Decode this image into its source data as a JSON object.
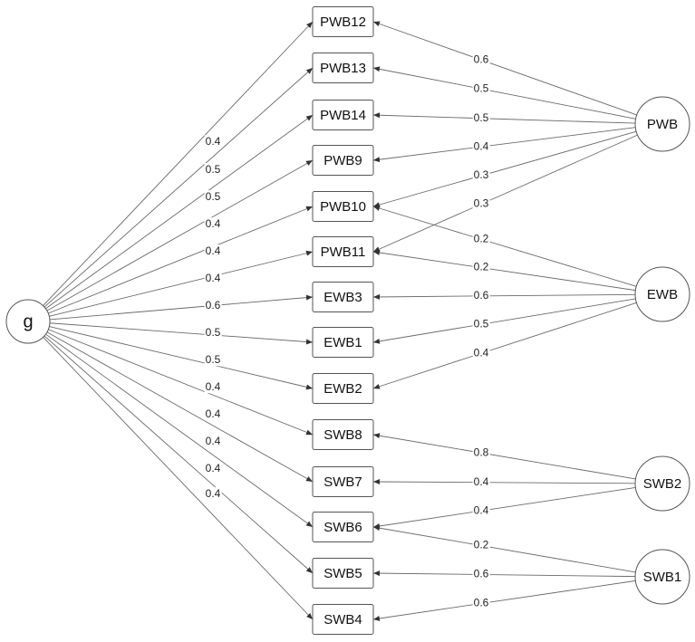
{
  "latent_factors": [
    {
      "id": "g",
      "label": "g"
    },
    {
      "id": "PWB",
      "label": "PWB"
    },
    {
      "id": "EWB",
      "label": "EWB"
    },
    {
      "id": "SWB2",
      "label": "SWB2"
    },
    {
      "id": "SWB1",
      "label": "SWB1"
    }
  ],
  "indicators": [
    {
      "id": "PWB12",
      "label": "PWB12"
    },
    {
      "id": "PWB13",
      "label": "PWB13"
    },
    {
      "id": "PWB14",
      "label": "PWB14"
    },
    {
      "id": "PWB9",
      "label": "PWB9"
    },
    {
      "id": "PWB10",
      "label": "PWB10"
    },
    {
      "id": "PWB11",
      "label": "PWB11"
    },
    {
      "id": "EWB3",
      "label": "EWB3"
    },
    {
      "id": "EWB1",
      "label": "EWB1"
    },
    {
      "id": "EWB2",
      "label": "EWB2"
    },
    {
      "id": "SWB8",
      "label": "SWB8"
    },
    {
      "id": "SWB7",
      "label": "SWB7"
    },
    {
      "id": "SWB6",
      "label": "SWB6"
    },
    {
      "id": "SWB5",
      "label": "SWB5"
    },
    {
      "id": "SWB4",
      "label": "SWB4"
    }
  ],
  "g_loadings": [
    {
      "to": "PWB12",
      "value": "0.4"
    },
    {
      "to": "PWB13",
      "value": "0.5"
    },
    {
      "to": "PWB14",
      "value": "0.5"
    },
    {
      "to": "PWB9",
      "value": "0.4"
    },
    {
      "to": "PWB10",
      "value": "0.4"
    },
    {
      "to": "PWB11",
      "value": "0.4"
    },
    {
      "to": "EWB3",
      "value": "0.6"
    },
    {
      "to": "EWB1",
      "value": "0.5"
    },
    {
      "to": "EWB2",
      "value": "0.5"
    },
    {
      "to": "SWB8",
      "value": "0.4"
    },
    {
      "to": "SWB7",
      "value": "0.4"
    },
    {
      "to": "SWB6",
      "value": "0.4"
    },
    {
      "to": "SWB5",
      "value": "0.4"
    },
    {
      "to": "SWB4",
      "value": "0.4"
    }
  ],
  "specific_loadings": [
    {
      "from": "PWB",
      "to": "PWB12",
      "value": "0.6"
    },
    {
      "from": "PWB",
      "to": "PWB13",
      "value": "0.5"
    },
    {
      "from": "PWB",
      "to": "PWB14",
      "value": "0.5"
    },
    {
      "from": "PWB",
      "to": "PWB9",
      "value": "0.4"
    },
    {
      "from": "PWB",
      "to": "PWB10",
      "value": "0.3"
    },
    {
      "from": "PWB",
      "to": "PWB11",
      "value": "0.3"
    },
    {
      "from": "EWB",
      "to": "PWB10",
      "value": "0.2"
    },
    {
      "from": "EWB",
      "to": "PWB11",
      "value": "0.2"
    },
    {
      "from": "EWB",
      "to": "EWB3",
      "value": "0.6"
    },
    {
      "from": "EWB",
      "to": "EWB1",
      "value": "0.5"
    },
    {
      "from": "EWB",
      "to": "EWB2",
      "value": "0.4"
    },
    {
      "from": "SWB2",
      "to": "SWB8",
      "value": "0.8"
    },
    {
      "from": "SWB2",
      "to": "SWB7",
      "value": "0.4"
    },
    {
      "from": "SWB2",
      "to": "SWB6",
      "value": "0.4"
    },
    {
      "from": "SWB1",
      "to": "SWB6",
      "value": "0.2"
    },
    {
      "from": "SWB1",
      "to": "SWB5",
      "value": "0.6"
    },
    {
      "from": "SWB1",
      "to": "SWB4",
      "value": "0.6"
    }
  ],
  "colors": {
    "stroke": "#555555",
    "edge": "#6a6a6a",
    "text": "#111111"
  }
}
